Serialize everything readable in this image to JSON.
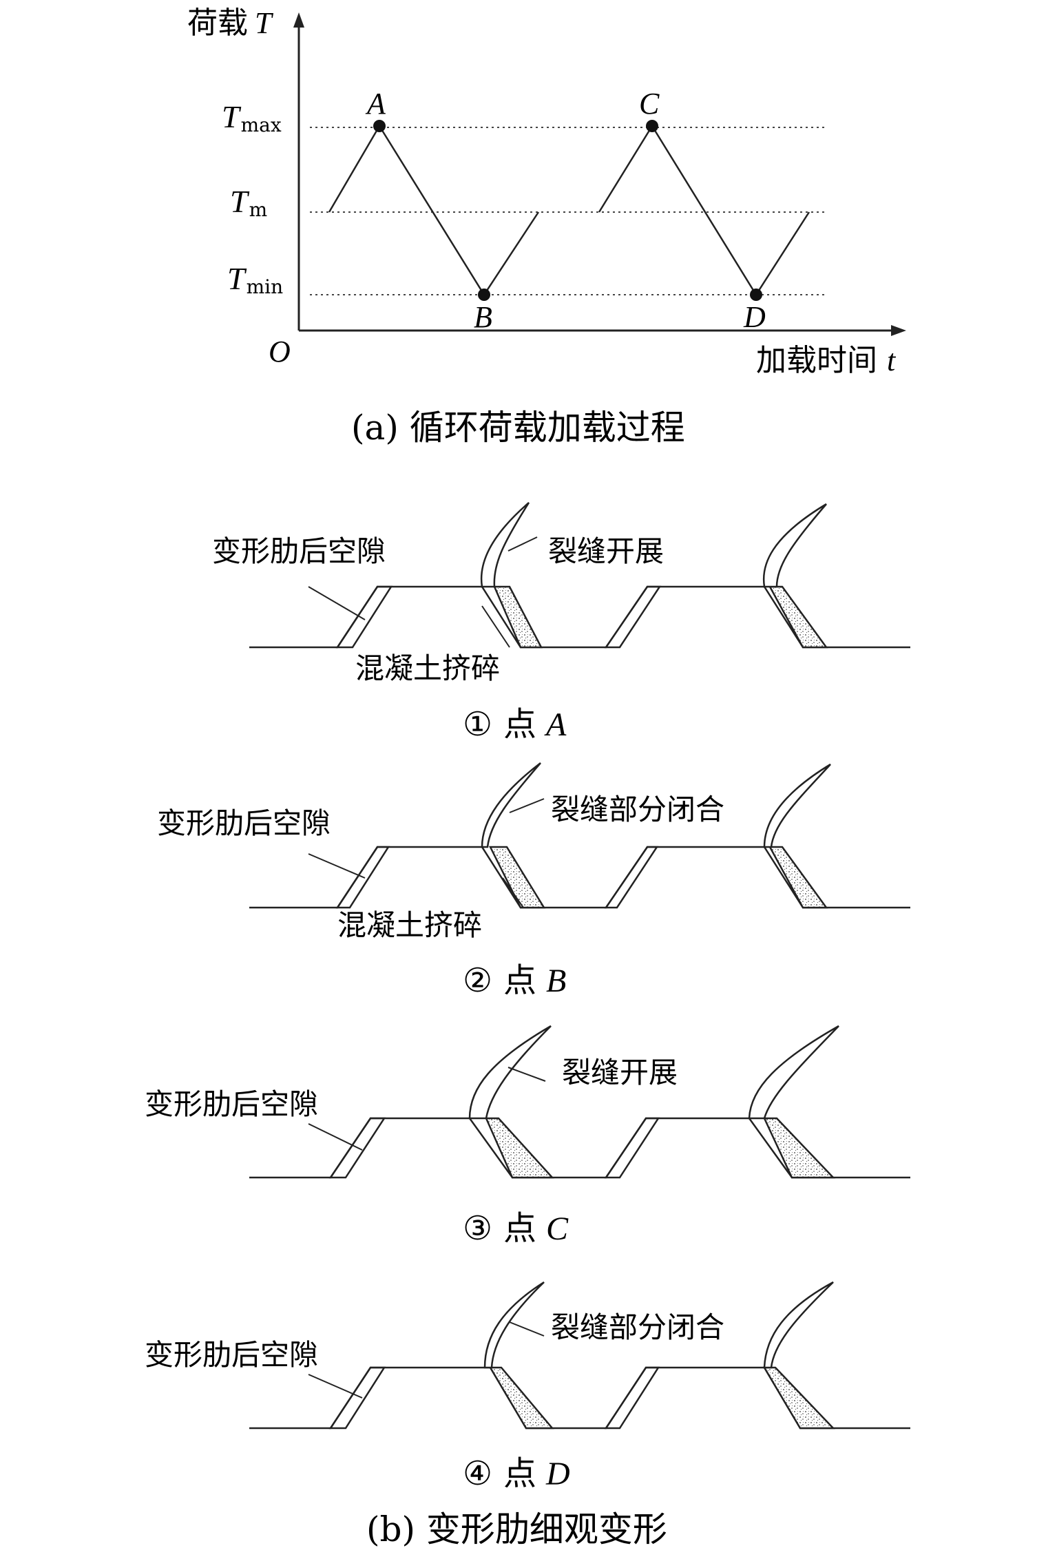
{
  "part_a": {
    "y_axis_label": "荷载",
    "y_axis_symbol": "T",
    "x_axis_label": "加载时间",
    "x_axis_symbol": "t",
    "origin": "O",
    "level_max": {
      "base": "T",
      "sub": "max"
    },
    "level_mid": {
      "base": "T",
      "sub": "m"
    },
    "level_min": {
      "base": "T",
      "sub": "min"
    },
    "point_a": "A",
    "point_b": "B",
    "point_c": "C",
    "point_d": "D",
    "caption": "(a) 循环荷载加载过程"
  },
  "part_b": {
    "panels": [
      {
        "gap_label": "变形肋后空隙",
        "crack_label": "裂缝开展",
        "crush_label": "混凝土挤碎",
        "caption_num": "①",
        "caption_word": "点",
        "caption_point": "A"
      },
      {
        "gap_label": "变形肋后空隙",
        "crack_label": "裂缝部分闭合",
        "crush_label": "混凝土挤碎",
        "caption_num": "②",
        "caption_word": "点",
        "caption_point": "B"
      },
      {
        "gap_label": "变形肋后空隙",
        "crack_label": "裂缝开展",
        "caption_num": "③",
        "caption_word": "点",
        "caption_point": "C"
      },
      {
        "gap_label": "变形肋后空隙",
        "crack_label": "裂缝部分闭合",
        "caption_num": "④",
        "caption_word": "点",
        "caption_point": "D"
      }
    ],
    "caption": "(b) 变形肋细观变形"
  },
  "colors": {
    "line": "#222222",
    "dotted": "#444444"
  }
}
